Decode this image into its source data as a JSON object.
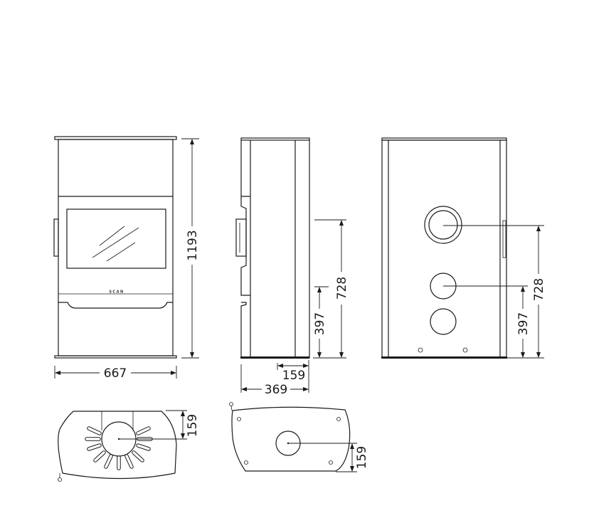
{
  "drawing": {
    "front_view": {
      "height_label": "1193",
      "width_label": "667",
      "brand_mark": "SCAN"
    },
    "side_view": {
      "depth_label": "369",
      "flue_offset_label": "159",
      "upper_outlet_height_label": "728",
      "lower_outlet_height_label": "397"
    },
    "rear_view": {
      "upper_outlet_height_label": "728",
      "lower_outlet_height_label": "397"
    },
    "top_view": {
      "offset_label": "159"
    },
    "bottom_view": {
      "offset_label": "159"
    }
  }
}
